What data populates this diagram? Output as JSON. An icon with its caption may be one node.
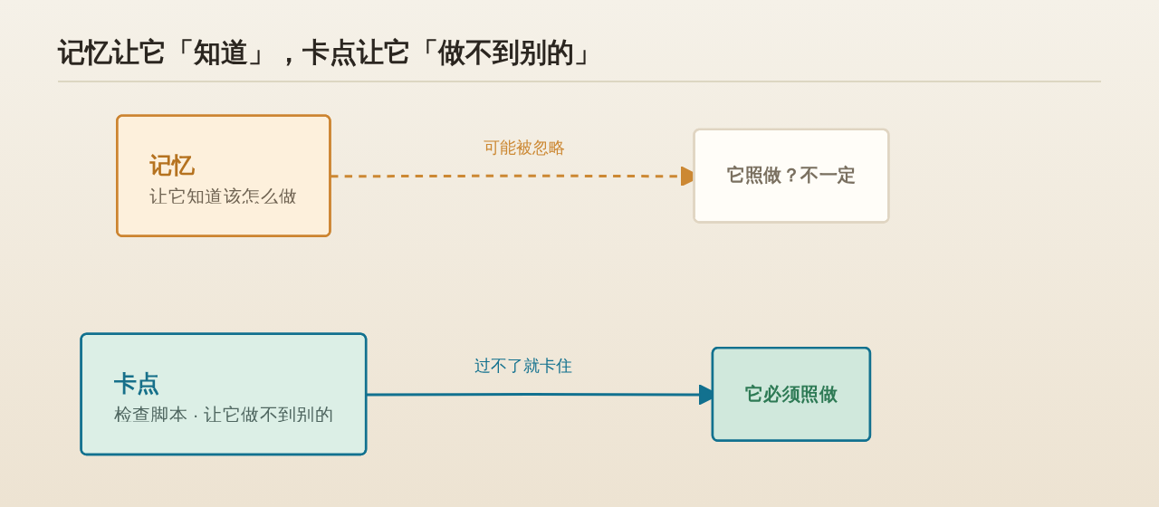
{
  "diagram": {
    "title": "记忆让它「知道」，卡点让它「做不到别的」",
    "nodes": [
      {
        "text": [
          "记忆",
          "让它知道该怎么做"
        ]
      },
      {
        "text": [
          "它照做？不一定"
        ]
      },
      {
        "text": [
          "卡点",
          "检查脚本 · 让它做不到别的"
        ]
      },
      {
        "text": [
          "它必须照做"
        ]
      }
    ],
    "edges": [
      {
        "from": 0,
        "to": 1,
        "arrow": "to",
        "label": "可能被忽略",
        "style": "dashed",
        "color": "#cc8833"
      },
      {
        "from": 2,
        "to": 3,
        "arrow": "to",
        "label": "过不了就卡住",
        "color": "#12718f"
      }
    ]
  }
}
